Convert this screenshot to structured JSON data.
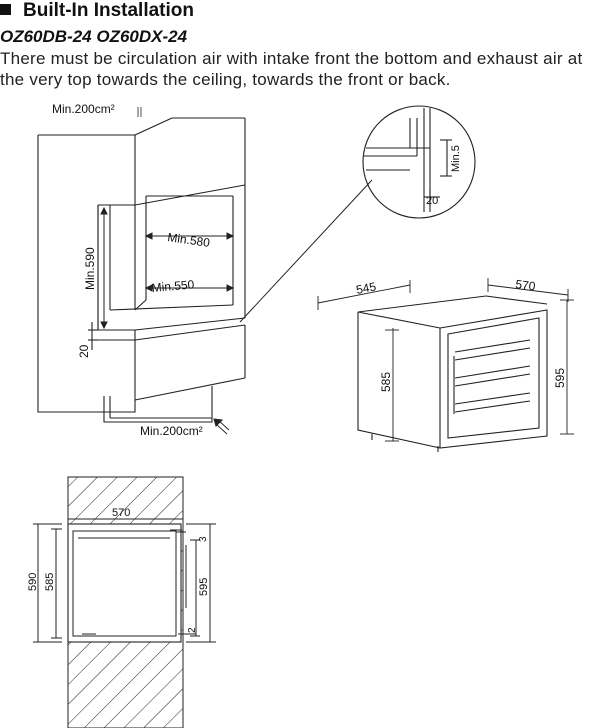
{
  "heading": "Built-In Installation",
  "model": "OZ60DB-24 OZ60DX-24",
  "intro": "There must be circulation air with intake front the bottom and exhaust air at the very top towards the ceiling, towards the front or back.",
  "labels": {
    "min200_top": "Min.200cm²",
    "min200_bottom": "Min.200cm²",
    "min580": "Min.580",
    "min550": "Min.550",
    "min590": "Min.590",
    "gap20_side": "20",
    "detail_min5": "Min.5",
    "detail_20": "20",
    "dim_545": "545",
    "dim_570_top": "570",
    "dim_585_side": "585",
    "dim_595_side": "595",
    "plan_570": "570",
    "plan_590": "590",
    "plan_585": "585",
    "plan_595": "595",
    "plan_3": "3",
    "plan_2": "2"
  }
}
